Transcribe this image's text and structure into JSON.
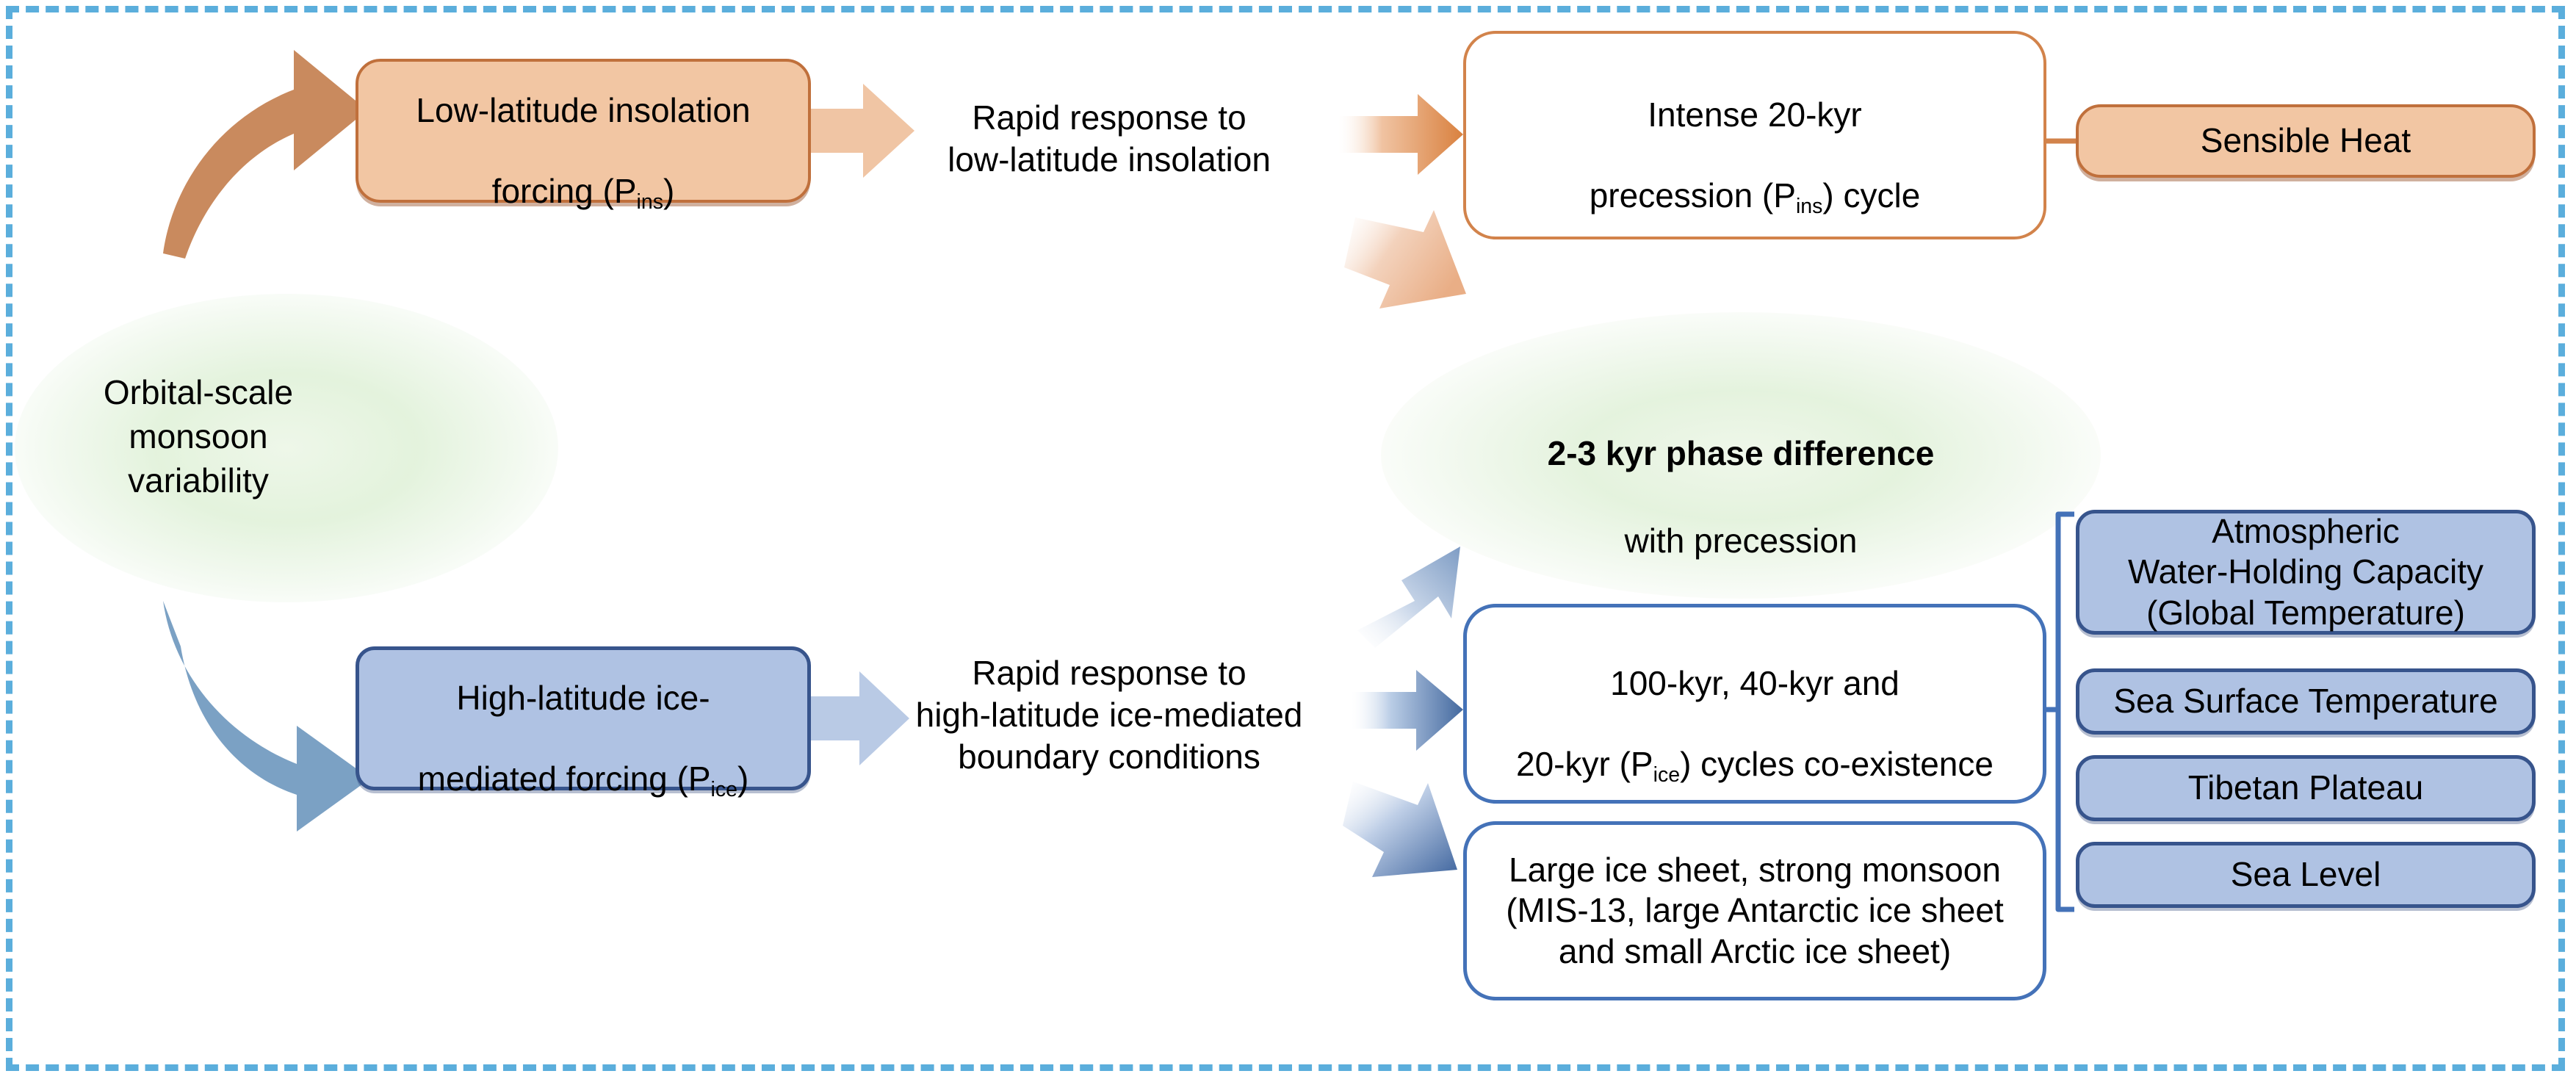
{
  "diagram": {
    "title_hidden": "",
    "frame": {
      "style": "dashed",
      "color": "#5BAEDC"
    },
    "colors": {
      "orange_fill": "#F2C6A3",
      "orange_stroke": "#C0703C",
      "orange_outline_stroke": "#D2834B",
      "blue_fill": "#AFC2E3",
      "blue_stroke": "#37548C",
      "blue_outline_stroke": "#4472B8",
      "glow_green": "#E2F2DB",
      "frame_blue": "#5BAEDC"
    },
    "glow_labels": {
      "orbital": "Orbital-scale\nmonsoon\nvariability",
      "phase_bold": "2-3 kyr phase difference",
      "phase_rest": "with precession"
    },
    "nodes": {
      "low_latitude_forcing": {
        "line1": "Low-latitude insolation",
        "line2_pre": "forcing (P",
        "line2_sub": "ins",
        "line2_post": ")"
      },
      "high_latitude_forcing": {
        "line1": "High-latitude ice-",
        "line2_pre": "mediated forcing (P",
        "line2_sub": "ice",
        "line2_post": ")"
      },
      "intense_precession": {
        "line1": "Intense 20-kyr",
        "line2_pre": "precession (P",
        "line2_sub": "ins",
        "line2_post": ") cycle"
      },
      "cycles_coexistence": {
        "line1": "100-kyr, 40-kyr and",
        "line2_pre": "20-kyr (P",
        "line2_sub": "ice",
        "line2_post": ") cycles co-existence"
      },
      "large_ice_sheet": {
        "text": "Large ice sheet, strong monsoon\n(MIS-13, large Antarctic ice sheet\nand small Arctic ice sheet)"
      },
      "sensible_heat": {
        "text": "Sensible Heat"
      },
      "atmospheric_water_holding": {
        "text": "Atmospheric\nWater-Holding Capacity\n(Global Temperature)"
      },
      "sea_surface_temperature": {
        "text": "Sea Surface Temperature"
      },
      "tibetan_plateau": {
        "text": "Tibetan Plateau"
      },
      "sea_level": {
        "text": "Sea Level"
      }
    },
    "labels": {
      "rapid_low_latitude": "Rapid response to\nlow-latitude insolation",
      "rapid_high_latitude": "Rapid response to\nhigh-latitude ice-mediated\nboundary conditions"
    },
    "arrows": [
      {
        "name": "curved-orange-into-low-latitude",
        "color": "#C98A5E",
        "kind": "curved"
      },
      {
        "name": "block-orange-low-latitude-to-label",
        "color": "#F0C5A4",
        "kind": "block"
      },
      {
        "name": "gradient-orange-to-intense-precession",
        "color": "#D9813F",
        "kind": "gradient"
      },
      {
        "name": "gradient-orange-down-right",
        "color": "#E9B896",
        "kind": "gradient"
      },
      {
        "name": "curved-blue-into-high-latitude",
        "color": "#7BA1C4",
        "kind": "curved"
      },
      {
        "name": "block-blue-high-latitude-to-label",
        "color": "#B9CAE5",
        "kind": "block"
      },
      {
        "name": "gradient-blue-up-right",
        "color": "#8FAACD",
        "kind": "gradient"
      },
      {
        "name": "gradient-blue-to-cycles",
        "color": "#4A6FA8",
        "kind": "gradient"
      },
      {
        "name": "gradient-blue-down-to-ice-sheet",
        "color": "#4A6FA8",
        "kind": "gradient"
      }
    ],
    "connectors": [
      {
        "name": "orange-connector-intense-to-sensible-heat",
        "color": "#D2834B"
      },
      {
        "name": "blue-bracket-to-factor-stack",
        "color": "#4472B8"
      }
    ]
  }
}
